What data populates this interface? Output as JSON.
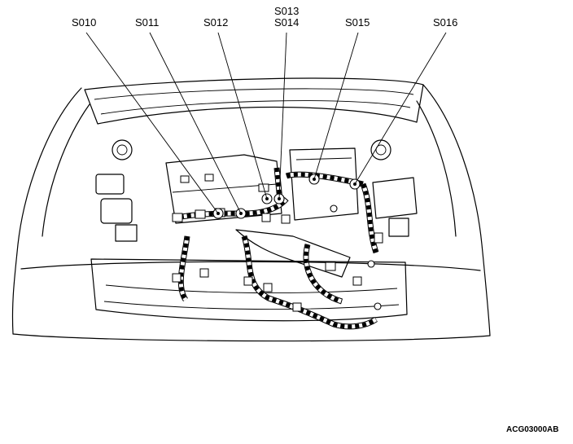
{
  "labels": {
    "s010": "S010",
    "s011": "S011",
    "s012": "S012",
    "s013": "S013",
    "s014": "S014",
    "s015": "S015",
    "s016": "S016"
  },
  "reference_code": "ACG03000AB"
}
